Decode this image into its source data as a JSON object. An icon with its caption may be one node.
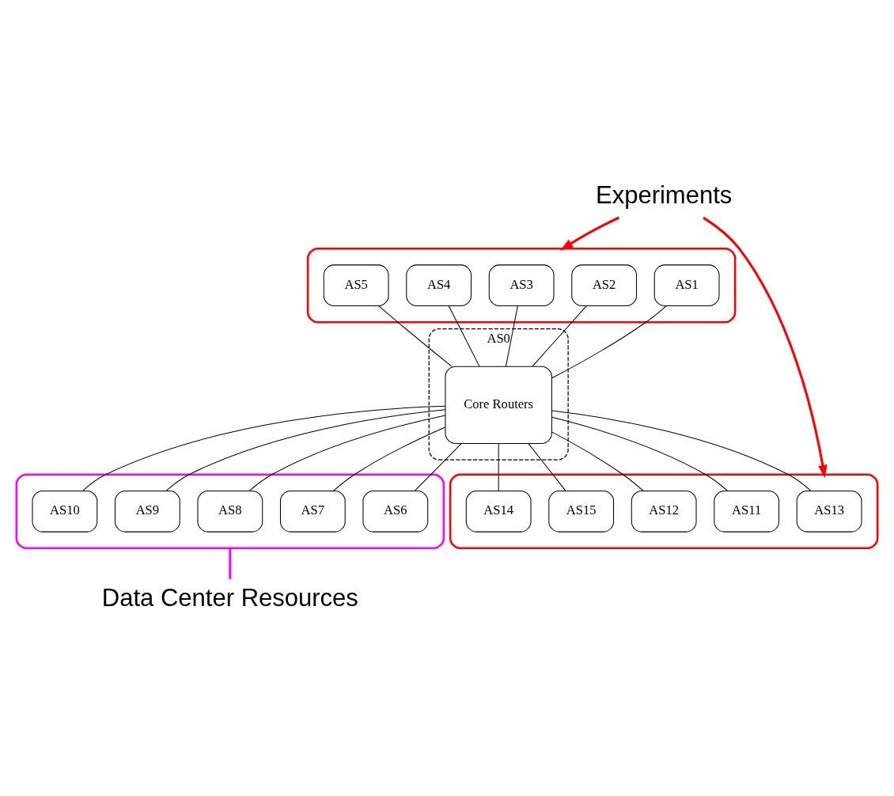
{
  "diagram": {
    "nodes": [
      {
        "text": [
          "Experiments"
        ]
      },
      {
        "text": [],
        "shape": "ellipse"
      },
      {
        "text": [
          "AS1"
        ],
        "in": 1
      },
      {
        "text": [
          "AS2"
        ],
        "in": 1
      },
      {
        "text": [
          "AS3"
        ],
        "in": 1
      },
      {
        "text": [
          "AS4"
        ],
        "in": 1
      },
      {
        "text": [
          "AS5"
        ],
        "in": 1
      },
      {
        "text": [
          "AS0"
        ]
      },
      {
        "text": [
          "Core Routers"
        ],
        "in": 7
      },
      {
        "text": [],
        "shape": "ellipse"
      },
      {
        "text": [
          "AS11"
        ],
        "in": 9
      },
      {
        "text": [
          "AS12"
        ],
        "in": 9
      },
      {
        "text": [
          "AS13"
        ],
        "in": 9
      },
      {
        "text": [
          "AS14"
        ],
        "in": 9
      },
      {
        "text": [
          "AS15"
        ],
        "in": 9
      },
      {
        "text": [],
        "shape": "ellipse"
      },
      {
        "text": [
          "AS6"
        ],
        "in": 15
      },
      {
        "text": [
          "AS7"
        ],
        "in": 15
      },
      {
        "text": [
          "AS8"
        ],
        "in": 15
      },
      {
        "text": [
          "AS9"
        ],
        "in": 15
      },
      {
        "text": [
          "AS10"
        ],
        "in": 15
      },
      {
        "text": [
          "Data Center Resources"
        ]
      }
    ],
    "edges": [
      {
        "from": 0,
        "to": 1,
        "arrow": "to",
        "color": "#ff0000",
        "style": "thick"
      },
      {
        "from": 0,
        "to": 9,
        "arrow": "to",
        "color": "#ff0000",
        "style": "thick"
      },
      {
        "from": 2,
        "to": 8,
        "arrow": "none"
      },
      {
        "from": 3,
        "to": 8,
        "arrow": "none"
      },
      {
        "from": 4,
        "to": 8,
        "arrow": "none"
      },
      {
        "from": 5,
        "to": 8,
        "arrow": "none"
      },
      {
        "from": 6,
        "to": 8,
        "arrow": "none"
      },
      {
        "from": 8,
        "to": 10,
        "arrow": "none"
      },
      {
        "from": 8,
        "to": 11,
        "arrow": "none"
      },
      {
        "from": 8,
        "to": 12,
        "arrow": "none"
      },
      {
        "from": 8,
        "to": 13,
        "arrow": "none"
      },
      {
        "from": 8,
        "to": 14,
        "arrow": "none"
      },
      {
        "from": 8,
        "to": 16,
        "arrow": "none"
      },
      {
        "from": 8,
        "to": 17,
        "arrow": "none"
      },
      {
        "from": 8,
        "to": 18,
        "arrow": "none"
      },
      {
        "from": 8,
        "to": 19,
        "arrow": "none"
      },
      {
        "from": 8,
        "to": 20,
        "arrow": "none"
      },
      {
        "from": 15,
        "to": 21,
        "arrow": "none",
        "color": "#ff00ff",
        "style": "thick"
      }
    ]
  }
}
